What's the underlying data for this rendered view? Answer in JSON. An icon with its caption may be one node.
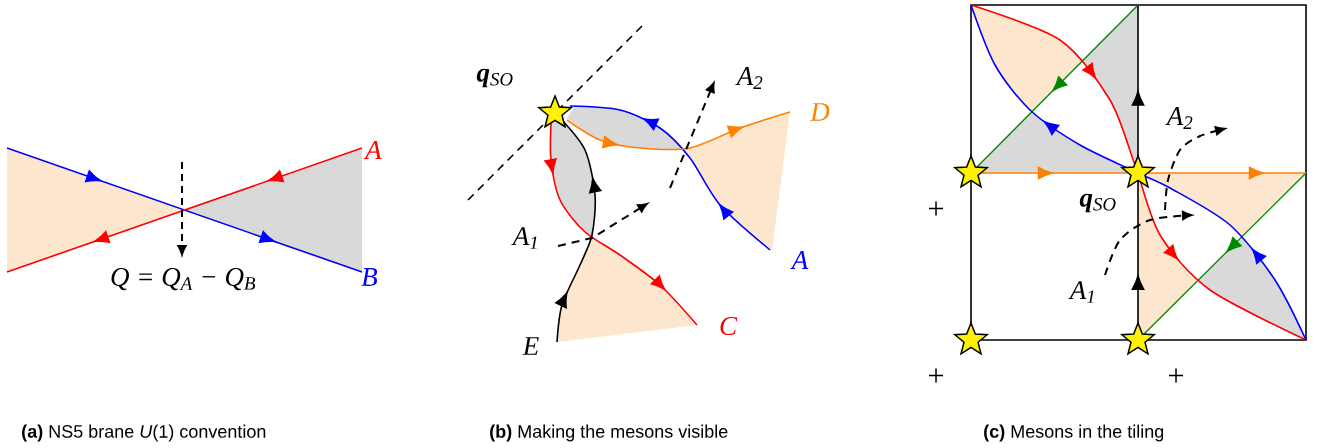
{
  "diagram": {
    "labels": [
      "A",
      "Q = Q$_{A}$ − Q$_{B}$",
      "B",
      "**q**$_{SO}$",
      "A$_{2}$",
      "D",
      "A$_{1}$",
      "A",
      "C",
      "E",
      "A$_{2}$",
      "+",
      "**q**$_{SO}$",
      "A$_{1}$",
      "+",
      "+",
      "**(a)** NS5 brane *U*(1) convention",
      "**(b)** Making the mesons visible",
      "**(c)** Mesons in the tiling"
    ]
  }
}
